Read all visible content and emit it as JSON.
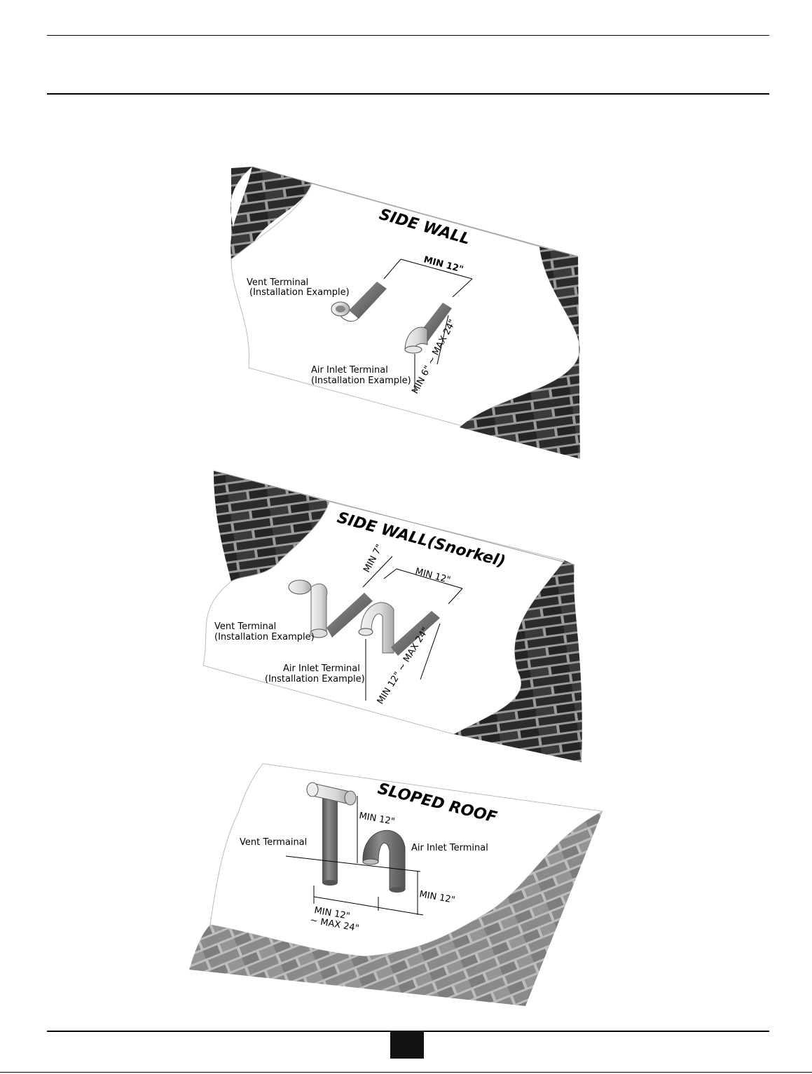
{
  "header": {
    "title": ""
  },
  "footer": {
    "page_number": ""
  },
  "figures": {
    "side_wall": {
      "title": "SIDE WALL",
      "vent_label_1": "Vent Terminal",
      "vent_label_2": "(Installation Example)",
      "inlet_label_1": "Air Inlet Terminal",
      "inlet_label_2": "(Installation Example)",
      "spacing_dim": "MIN 12\"",
      "height_dim": "MIN 6\" ~ MAX 24\""
    },
    "snorkel": {
      "title": "SIDE WALL(Snorkel)",
      "vertical_dim": "MIN 7\"",
      "spacing_dim": "MIN 12\"",
      "vent_label_1": "Vent Terminal",
      "vent_label_2": "(Installation Example)",
      "inlet_label_1": "Air Inlet Terminal",
      "inlet_label_2": "(Installation Example)",
      "height_dim": "MIN 12\" ~ MAX 24\""
    },
    "sloped_roof": {
      "title": "SLOPED ROOF",
      "vent_label": "Vent Termainal",
      "inlet_label": "Air Inlet Terminal",
      "vent_height_dim": "MIN 12\"",
      "inlet_height_dim": "MIN 12\"",
      "spacing_dim_1": "MIN 12\"",
      "spacing_dim_2": "~ MAX 24\""
    }
  },
  "colors": {
    "brick_dark": "#2b2b2b",
    "brick_mortar": "#9a9a9a",
    "roof_shingle": "#8a8a8a",
    "pipe_dark": "#6e6e6e",
    "pipe_light": "#d9d9d9"
  }
}
